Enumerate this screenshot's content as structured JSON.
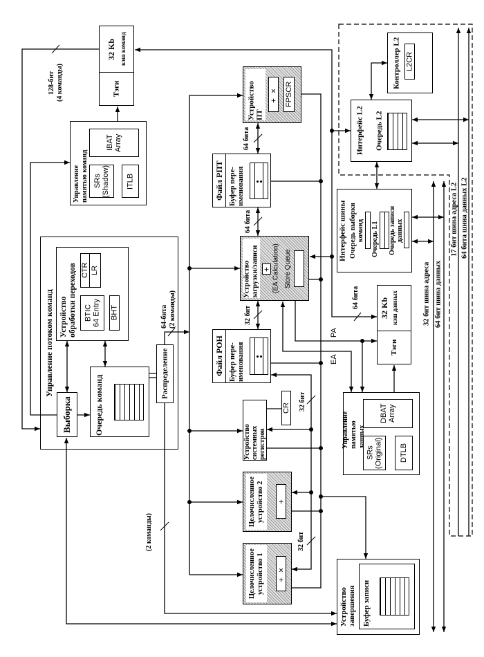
{
  "colors": {
    "line": "#000000",
    "background": "#ffffff",
    "unit_shading": "#c0c0c0"
  },
  "instruction_cache": {
    "size": "32 Kb",
    "name": "кэш команд",
    "tags": "Тэги"
  },
  "instruction_mmu": {
    "title": "Управление\nпамятью команд",
    "ibat": "IBAT\nArray",
    "srs": "SRs\n(Shadow)",
    "itlb": "ITLB"
  },
  "icache_bus_label": "128-бит\n(4 команды)",
  "flow_control": {
    "title": "Управление потоком команд",
    "branch_unit": {
      "title": "Устройство\nобработки переходов",
      "ctr": "CTR",
      "lr": "LR",
      "btic": "BTIC\n64 Entry",
      "bht": "BHT"
    },
    "fetch": "Выборка",
    "queue": "Очередь команд",
    "dispatch": "Распределение"
  },
  "dispatch_bus_label": "64-бита\n(2 команды)",
  "completion_bus_label": "(2 команды)",
  "fpu": {
    "title": "Устройство\nПТ",
    "ops": "+ ×",
    "fpscr": "FPSCR"
  },
  "fpu_fpr_label": "64 бита",
  "fpr_file": {
    "name": "Файл РПТ",
    "buffer": "Буфер пере-\nименования"
  },
  "fpr_lsu_label": "64 бита",
  "lsu": {
    "title": "Устройство\nзагрузки/записи",
    "adder": "+",
    "ea_calc": "(EA Calculation)",
    "store_queue": "Store Queue"
  },
  "lsu_gpr_label": "32 бит",
  "gpr_file": {
    "name": "Файл РОН",
    "buffer": "Буфер пере-\nименования"
  },
  "sysreg_unit": {
    "title": "Устройство\nсистемных\nрегистров",
    "cr": "CR"
  },
  "int_bus_label_upper": "32 бит",
  "int_bus_label_lower": "32 бит",
  "int_unit_2": {
    "title": "Целочисленное\nустройство 2",
    "ops": "+"
  },
  "int_unit_1": {
    "title": "Целочисленное\nустройство 1",
    "ops": "+ ×"
  },
  "completion_unit": {
    "title": "Устройство\nзавершения",
    "buffer": "Буфер записи"
  },
  "ea_label": "EA",
  "pa_label": "PA",
  "dcache_bus_label": "64 бита",
  "data_cache": {
    "size": "32 Kb",
    "name": "кэш данных",
    "tags": "Тэги"
  },
  "data_mmu": {
    "title": "Управление\nпамятью данных",
    "dbat": "DBAT\nArray",
    "srs": "SRs\n(Original)",
    "dtlb": "DTLB"
  },
  "bus_interface": {
    "title": "Интерфейс шины",
    "fetch_queue": "Очередь выборки\nкоманд",
    "l1_queue": "Очередь L1",
    "write_queue": "Очередь записи\nданных"
  },
  "l2_interface": {
    "title": "Интерфейс L2",
    "queue": "Очередь L2"
  },
  "l2_controller": {
    "title": "Контроллер L2",
    "l2cr": "L2CR"
  },
  "buses": {
    "addr32": "32 бит шина адреса",
    "data64": "64 бит шина данных",
    "l2_addr17": "17 бит шина адреса L2",
    "l2_data64": "64 бита шина данных L2"
  }
}
